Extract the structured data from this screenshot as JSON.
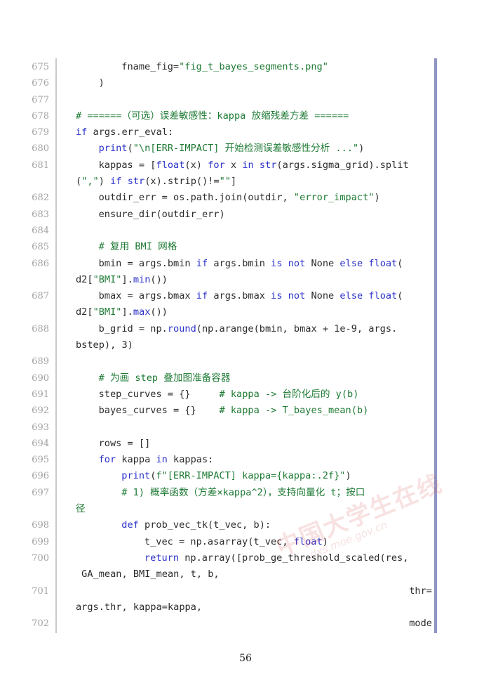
{
  "page_number": "56",
  "watermark": {
    "brand": "中国大学生在线",
    "url": "dxs.moe.gov.cn"
  },
  "code_lines": [
    {
      "num": "675",
      "indent": 8,
      "tokens": [
        [
          "t",
          "fname_fig="
        ],
        [
          "s",
          "\"fig_t_bayes_segments.png\""
        ]
      ]
    },
    {
      "num": "676",
      "indent": 4,
      "tokens": [
        [
          "t",
          ")"
        ]
      ]
    },
    {
      "num": "677",
      "indent": 0,
      "tokens": []
    },
    {
      "num": "678",
      "indent": 0,
      "tokens": [
        [
          "c",
          "# ======（可选）误差敏感性：kappa 放缩残差方差 ======"
        ]
      ]
    },
    {
      "num": "679",
      "indent": 0,
      "tokens": [
        [
          "k",
          "if"
        ],
        [
          "t",
          " args.err_eval:"
        ]
      ]
    },
    {
      "num": "680",
      "indent": 4,
      "tokens": [
        [
          "b",
          "print"
        ],
        [
          "t",
          "("
        ],
        [
          "s",
          "\"\\n[ERR-IMPACT] 开始检测误差敏感性分析 ...\""
        ],
        [
          "t",
          ")"
        ]
      ]
    },
    {
      "num": "681",
      "indent": 4,
      "tokens": [
        [
          "t",
          "kappas = ["
        ],
        [
          "b",
          "float"
        ],
        [
          "t",
          "(x) "
        ],
        [
          "k",
          "for"
        ],
        [
          "t",
          " x "
        ],
        [
          "k",
          "in"
        ],
        [
          "t",
          " "
        ],
        [
          "b",
          "str"
        ],
        [
          "t",
          "(args.sigma_grid).split"
        ]
      ]
    },
    {
      "num": "",
      "indent": 0,
      "tokens": [
        [
          "t",
          "("
        ],
        [
          "s",
          "\",\""
        ],
        [
          "t",
          ") "
        ],
        [
          "k",
          "if"
        ],
        [
          "t",
          " "
        ],
        [
          "b",
          "str"
        ],
        [
          "t",
          "(x).strip()!="
        ],
        [
          "s",
          "\"\""
        ],
        [
          "t",
          "]"
        ]
      ]
    },
    {
      "num": "682",
      "indent": 4,
      "tokens": [
        [
          "t",
          "outdir_err = os.path.join(outdir, "
        ],
        [
          "s",
          "\"error_impact\""
        ],
        [
          "t",
          ")"
        ]
      ]
    },
    {
      "num": "683",
      "indent": 4,
      "tokens": [
        [
          "t",
          "ensure_dir(outdir_err)"
        ]
      ]
    },
    {
      "num": "684",
      "indent": 0,
      "tokens": []
    },
    {
      "num": "685",
      "indent": 4,
      "tokens": [
        [
          "c",
          "# 复用 BMI 网格"
        ]
      ]
    },
    {
      "num": "686",
      "indent": 4,
      "tokens": [
        [
          "t",
          "bmin = args.bmin "
        ],
        [
          "k",
          "if"
        ],
        [
          "t",
          " args.bmin "
        ],
        [
          "k",
          "is not"
        ],
        [
          "t",
          " None "
        ],
        [
          "k",
          "else"
        ],
        [
          "t",
          " "
        ],
        [
          "b",
          "float"
        ],
        [
          "t",
          "("
        ]
      ]
    },
    {
      "num": "",
      "indent": 0,
      "tokens": [
        [
          "t",
          "d2["
        ],
        [
          "s",
          "\"BMI\""
        ],
        [
          "t",
          "]."
        ],
        [
          "b",
          "min"
        ],
        [
          "t",
          "())"
        ]
      ]
    },
    {
      "num": "687",
      "indent": 4,
      "tokens": [
        [
          "t",
          "bmax = args.bmax "
        ],
        [
          "k",
          "if"
        ],
        [
          "t",
          " args.bmax "
        ],
        [
          "k",
          "is not"
        ],
        [
          "t",
          " None "
        ],
        [
          "k",
          "else"
        ],
        [
          "t",
          " "
        ],
        [
          "b",
          "float"
        ],
        [
          "t",
          "("
        ]
      ]
    },
    {
      "num": "",
      "indent": 0,
      "tokens": [
        [
          "t",
          "d2["
        ],
        [
          "s",
          "\"BMI\""
        ],
        [
          "t",
          "]."
        ],
        [
          "b",
          "max"
        ],
        [
          "t",
          "())"
        ]
      ]
    },
    {
      "num": "688",
      "indent": 4,
      "tokens": [
        [
          "t",
          "b_grid = np."
        ],
        [
          "b",
          "round"
        ],
        [
          "t",
          "(np.arange(bmin, bmax + 1e-9, args."
        ]
      ]
    },
    {
      "num": "",
      "indent": 0,
      "tokens": [
        [
          "t",
          "bstep), 3)"
        ]
      ]
    },
    {
      "num": "689",
      "indent": 0,
      "tokens": []
    },
    {
      "num": "690",
      "indent": 4,
      "tokens": [
        [
          "c",
          "# 为画 step 叠加图准备容器"
        ]
      ]
    },
    {
      "num": "691",
      "indent": 4,
      "tokens": [
        [
          "t",
          "step_curves = {}     "
        ],
        [
          "c",
          "# kappa -> 台阶化后的 y(b)"
        ]
      ]
    },
    {
      "num": "692",
      "indent": 4,
      "tokens": [
        [
          "t",
          "bayes_curves = {}    "
        ],
        [
          "c",
          "# kappa -> T_bayes_mean(b)"
        ]
      ]
    },
    {
      "num": "693",
      "indent": 0,
      "tokens": []
    },
    {
      "num": "694",
      "indent": 4,
      "tokens": [
        [
          "t",
          "rows = []"
        ]
      ]
    },
    {
      "num": "695",
      "indent": 4,
      "tokens": [
        [
          "k",
          "for"
        ],
        [
          "t",
          " kappa "
        ],
        [
          "k",
          "in"
        ],
        [
          "t",
          " kappas:"
        ]
      ]
    },
    {
      "num": "696",
      "indent": 8,
      "tokens": [
        [
          "b",
          "print"
        ],
        [
          "t",
          "("
        ],
        [
          "s",
          "f\"[ERR-IMPACT] kappa={kappa:.2f}\""
        ],
        [
          "t",
          ")"
        ]
      ]
    },
    {
      "num": "697",
      "indent": 8,
      "tokens": [
        [
          "c",
          "# 1) 概率函数（方差×kappa^2），支持向量化 t；按口"
        ]
      ]
    },
    {
      "num": "",
      "indent": 0,
      "tokens": [
        [
          "c",
          "径"
        ]
      ]
    },
    {
      "num": "698",
      "indent": 8,
      "tokens": [
        [
          "k",
          "def"
        ],
        [
          "t",
          " prob_vec_tk(t_vec, b):"
        ]
      ]
    },
    {
      "num": "699",
      "indent": 12,
      "tokens": [
        [
          "t",
          "t_vec = np.asarray(t_vec, "
        ],
        [
          "b",
          "float"
        ],
        [
          "t",
          ")"
        ]
      ]
    },
    {
      "num": "700",
      "indent": 12,
      "tokens": [
        [
          "k",
          "return"
        ],
        [
          "t",
          " np.array([prob_ge_threshold_scaled(res,"
        ]
      ]
    },
    {
      "num": "",
      "indent": 0,
      "tokens": [
        [
          "t",
          " GA_mean, BMI_mean, t, b,"
        ]
      ]
    },
    {
      "num": "701",
      "indent": 0,
      "align": "right",
      "tokens": [
        [
          "t",
          "thr="
        ]
      ]
    },
    {
      "num": "",
      "indent": 0,
      "tokens": [
        [
          "t",
          "args.thr, kappa=kappa,"
        ]
      ]
    },
    {
      "num": "702",
      "indent": 0,
      "align": "right",
      "tokens": [
        [
          "t",
          "mode"
        ]
      ]
    }
  ]
}
